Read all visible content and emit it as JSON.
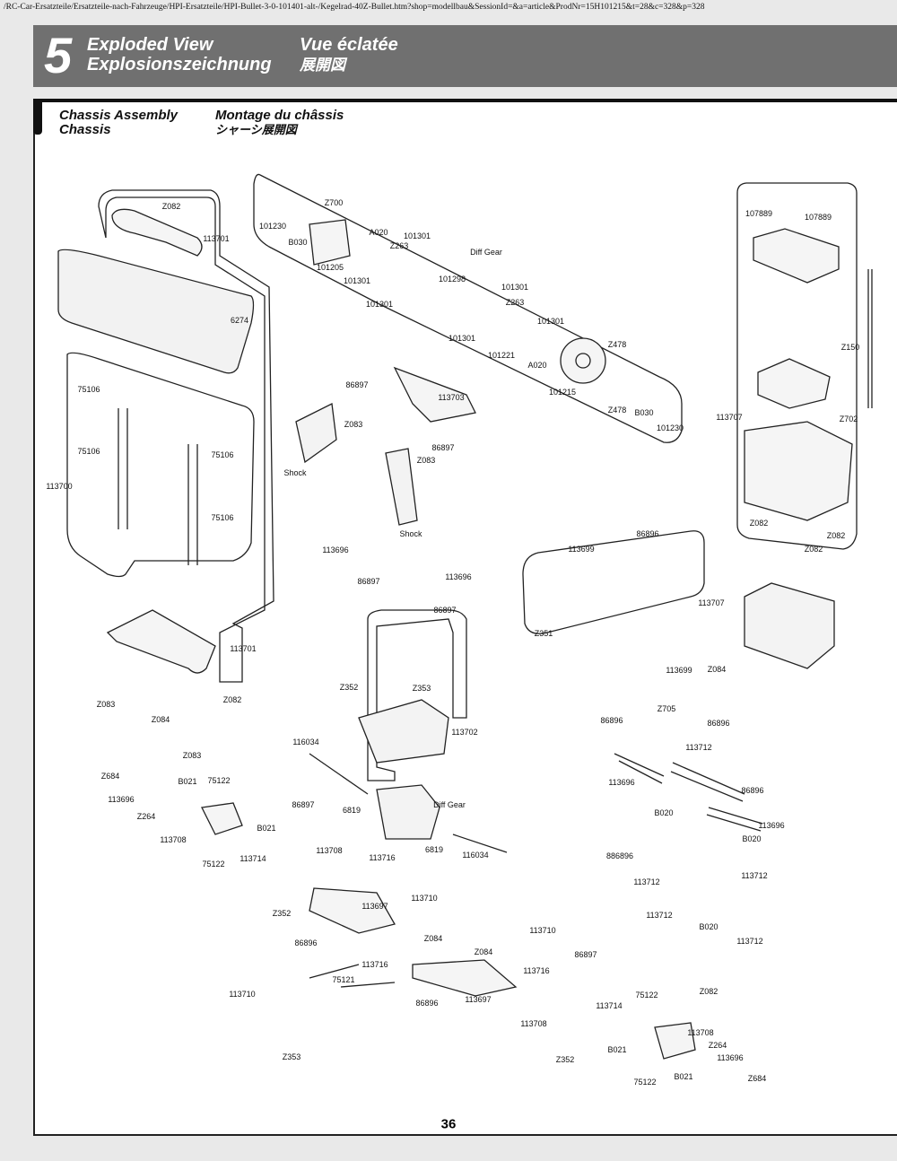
{
  "url_bar": "/RC-Car-Ersatzteile/Ersatzteile-nach-Fahrzeuge/HPI-Ersatzteile/HPI-Bullet-3-0-101401-alt-/Kegelrad-40Z-Bullet.htm?shop=modellbau&SessionId=&a=article&ProdNr=15H101215&t=28&c=328&p=328",
  "header": {
    "section_number": "5",
    "title_en": "Exploded View",
    "title_de": "Explosionszeichnung",
    "title_fr": "Vue éclatée",
    "title_jp": "展開図"
  },
  "subsection": {
    "title_en": "Chassis Assembly",
    "title_de": "Chassis",
    "title_fr": "Montage du châssis",
    "title_jp": "シャーシ展開図"
  },
  "part_labels": [
    "Z082",
    "113701",
    "6274",
    "75106",
    "75106",
    "75106",
    "75106",
    "113700",
    "113701",
    "Z083",
    "Z082",
    "Z084",
    "Z083",
    "Z684",
    "75122",
    "B021",
    "113696",
    "Z264",
    "113708",
    "B021",
    "75122",
    "113714",
    "113708",
    "86897",
    "6819",
    "116034",
    "Diff Gear",
    "6819",
    "116034",
    "113716",
    "113702",
    "Z352",
    "Z353",
    "113696",
    "86897",
    "113696",
    "86897",
    "113699",
    "86896",
    "Z351",
    "113707",
    "113699",
    "Z084",
    "Z705",
    "86896",
    "86896",
    "113712",
    "113696",
    "86896",
    "B020",
    "113696",
    "B020",
    "886896",
    "113712",
    "113712",
    "113712",
    "B020",
    "113712",
    "Z082",
    "113710",
    "113697",
    "Z352",
    "86896",
    "Z084",
    "Z084",
    "113710",
    "86897",
    "113716",
    "113716",
    "75121",
    "113710",
    "86896",
    "113697",
    "Z353",
    "113714",
    "75122",
    "113708",
    "B021",
    "Z352",
    "113708",
    "Z264",
    "113696",
    "B021",
    "Z684",
    "75122",
    "Shock",
    "86897",
    "Z083",
    "113703",
    "86897",
    "Z083",
    "Shock",
    "Z700",
    "101230",
    "B030",
    "A020",
    "101301",
    "Z263",
    "101205",
    "Diff Gear",
    "101301",
    "101298",
    "101301",
    "101301",
    "Z263",
    "101301",
    "101301",
    "101221",
    "A020",
    "Z478",
    "101215",
    "Z478",
    "B030",
    "101230",
    "107889",
    "107889",
    "Z150",
    "113707",
    "Z702",
    "Z082",
    "Z082",
    "Z082"
  ],
  "page_number": "36"
}
